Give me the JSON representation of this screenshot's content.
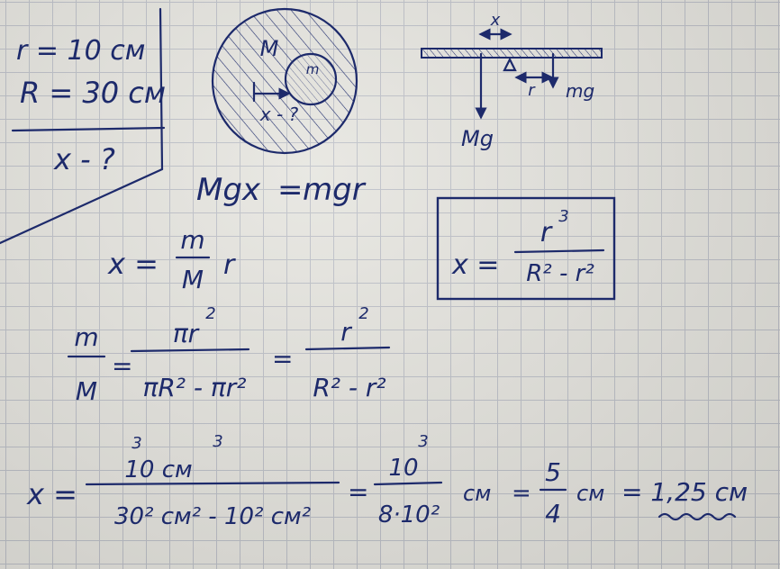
{
  "given": {
    "r": "r = 10 см",
    "R": "R = 30 см",
    "find": "x - ?"
  },
  "disk_drawing": {
    "big_mass": "M",
    "small_mass": "m",
    "unknown": "x - ?"
  },
  "lever_drawing": {
    "x_label": "x",
    "r_label": "r",
    "small_weight": "mg",
    "big_weight": "Mg"
  },
  "equations": {
    "balance": {
      "lhs": "Mgx",
      "eq": "=",
      "rhs": "mgr"
    },
    "x_expr": {
      "lhs": "x =",
      "num": "m",
      "den": "M",
      "tail": "r"
    },
    "boxed": {
      "lhs": "x =",
      "num": "r",
      "num_exp": "3",
      "den": "R² - r²"
    },
    "ratio": {
      "lhs_num": "m",
      "lhs_den": "M",
      "mid_num": "πr",
      "mid_num_exp": "2",
      "mid_den": "πR² - πr²",
      "rhs_num": "r",
      "rhs_num_exp": "2",
      "rhs_den": "R² - r²"
    },
    "numeric": {
      "lhs": "x =",
      "num": "10 см",
      "num_exp": "3",
      "num_exp_corr": "3",
      "den": "30² см² - 10² см²",
      "frac2_num": "10",
      "frac2_num_exp": "3",
      "frac2_den": "8·10²",
      "unit": "см",
      "frac3_num": "5",
      "frac3_den": "4",
      "result": "= 1,25 см"
    }
  },
  "colors": {
    "ink": "#1d2a6b",
    "paper": "#e4e3dd",
    "grid": "#b9bcc4"
  }
}
